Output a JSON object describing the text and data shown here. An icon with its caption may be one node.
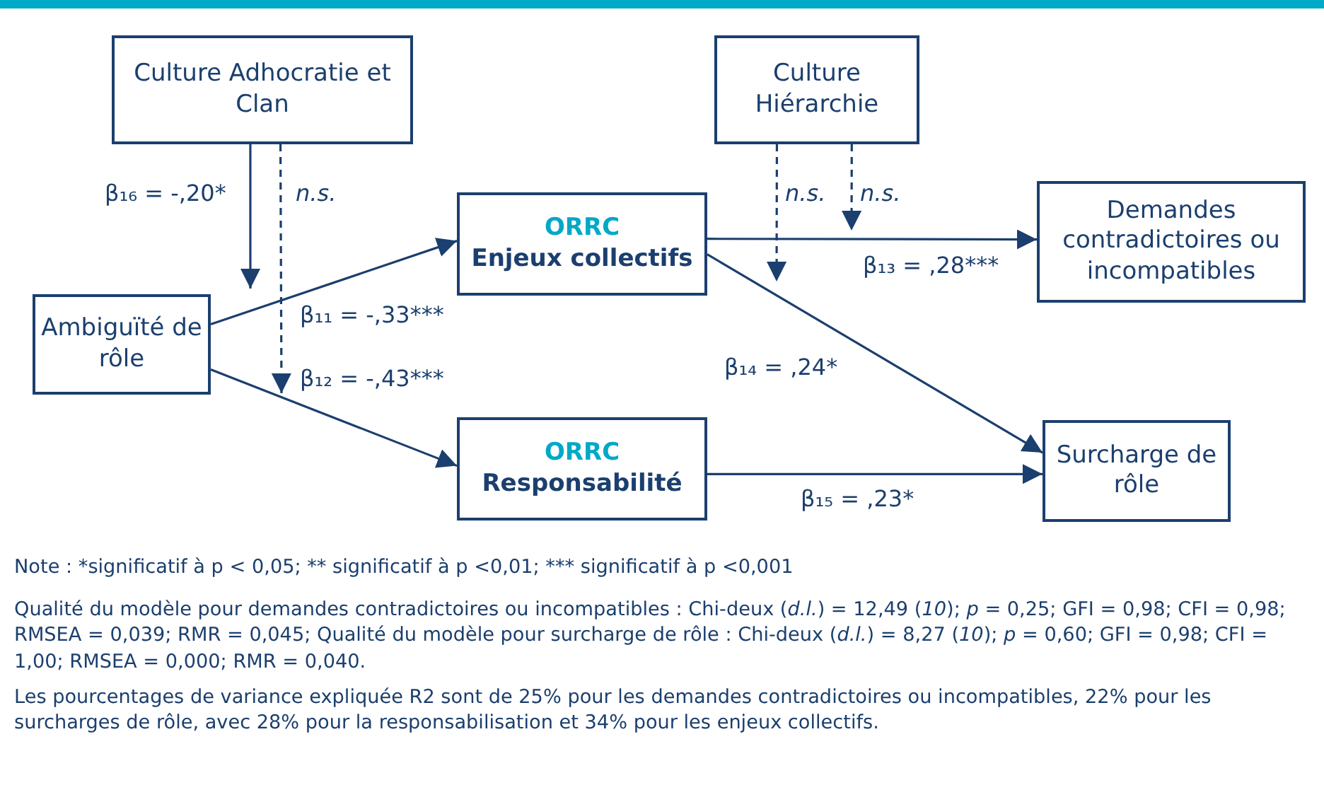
{
  "diagram": {
    "nodes": [
      {
        "text": [
          "Culture Adhocratie et Clan"
        ]
      },
      {
        "text": [
          "Culture Hiérarchie"
        ]
      },
      {
        "text": [
          "Ambiguïté de rôle"
        ]
      },
      {
        "text": [
          "ORRC",
          "Enjeux collectifs"
        ]
      },
      {
        "text": [
          "Demandes contradictoires ou incompatibles"
        ]
      },
      {
        "text": [
          "ORRC",
          "Responsabilité"
        ]
      },
      {
        "text": [
          "Surcharge de rôle"
        ]
      }
    ],
    "edges": [
      {
        "from": 0,
        "to": null,
        "arrow": "to",
        "label": "β₁₆ = -,20*"
      },
      {
        "from": 0,
        "to": null,
        "arrow": "to",
        "label": "n.s.",
        "style": "dashed"
      },
      {
        "from": 2,
        "to": 3,
        "arrow": "to",
        "label": "β₁₁ = -,33***"
      },
      {
        "from": 2,
        "to": 5,
        "arrow": "to",
        "label": "β₁₂ = -,43***"
      },
      {
        "from": 1,
        "to": null,
        "arrow": "to",
        "label": "n.s.",
        "style": "dashed"
      },
      {
        "from": 1,
        "to": null,
        "arrow": "to",
        "label": "n.s.",
        "style": "dashed"
      },
      {
        "from": 3,
        "to": 4,
        "arrow": "to",
        "label": "β₁₃ = ,28***"
      },
      {
        "from": 3,
        "to": 6,
        "arrow": "to",
        "label": "β₁₄ = ,24*"
      },
      {
        "from": 5,
        "to": 6,
        "arrow": "to",
        "label": "β₁₅ = ,23*"
      }
    ],
    "labels": [
      "Note : *significatif à p < 0,05; ** significatif à p <0,01; *** significatif à p <0,001",
      "Qualité du modèle pour demandes contradictoires ou incompatibles : Chi-deux (*d.l.*) = 12,49 (*10*); *p* = 0,25; GFI = 0,98; CFI = 0,98; RMSEA = 0,039; RMR = 0,045; Qualité du modèle pour surcharge de rôle : Chi-deux (*d.l.*) = 8,27 (*10*); *p* = 0,60; GFI = 0,98; CFI = 1,00; RMSEA = 0,000; RMR = 0,040.",
      "Les pourcentages de variance expliquée R2 sont de 25% pour les demandes contradictoires ou incompatibles, 22% pour les surcharges de rôle, avec 28% pour la responsabilisation et 34% pour les enjeux collectifs."
    ]
  }
}
